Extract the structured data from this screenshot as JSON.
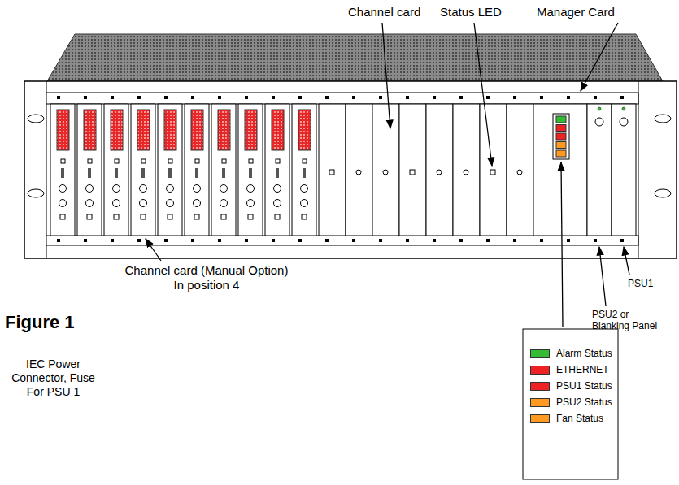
{
  "diagram": {
    "caption": "Figure 1",
    "labels": [
      "Channel card",
      "Status LED",
      "Manager Card",
      "Channel card (Manual Option) In position 4",
      "IEC Power Connector, Fuse For PSU 1",
      "PSU1",
      "PSU2 or Blanking Panel"
    ],
    "legend": [
      {
        "text": "Alarm Status",
        "color": "#33bb33"
      },
      {
        "text": "ETHERNET",
        "color": "#ee2222"
      },
      {
        "text": "PSU1 Status",
        "color": "#ee2222"
      },
      {
        "text": "PSU2 Status",
        "color": "#ff9922"
      },
      {
        "text": "Fan Status",
        "color": "#ff9922"
      }
    ]
  }
}
